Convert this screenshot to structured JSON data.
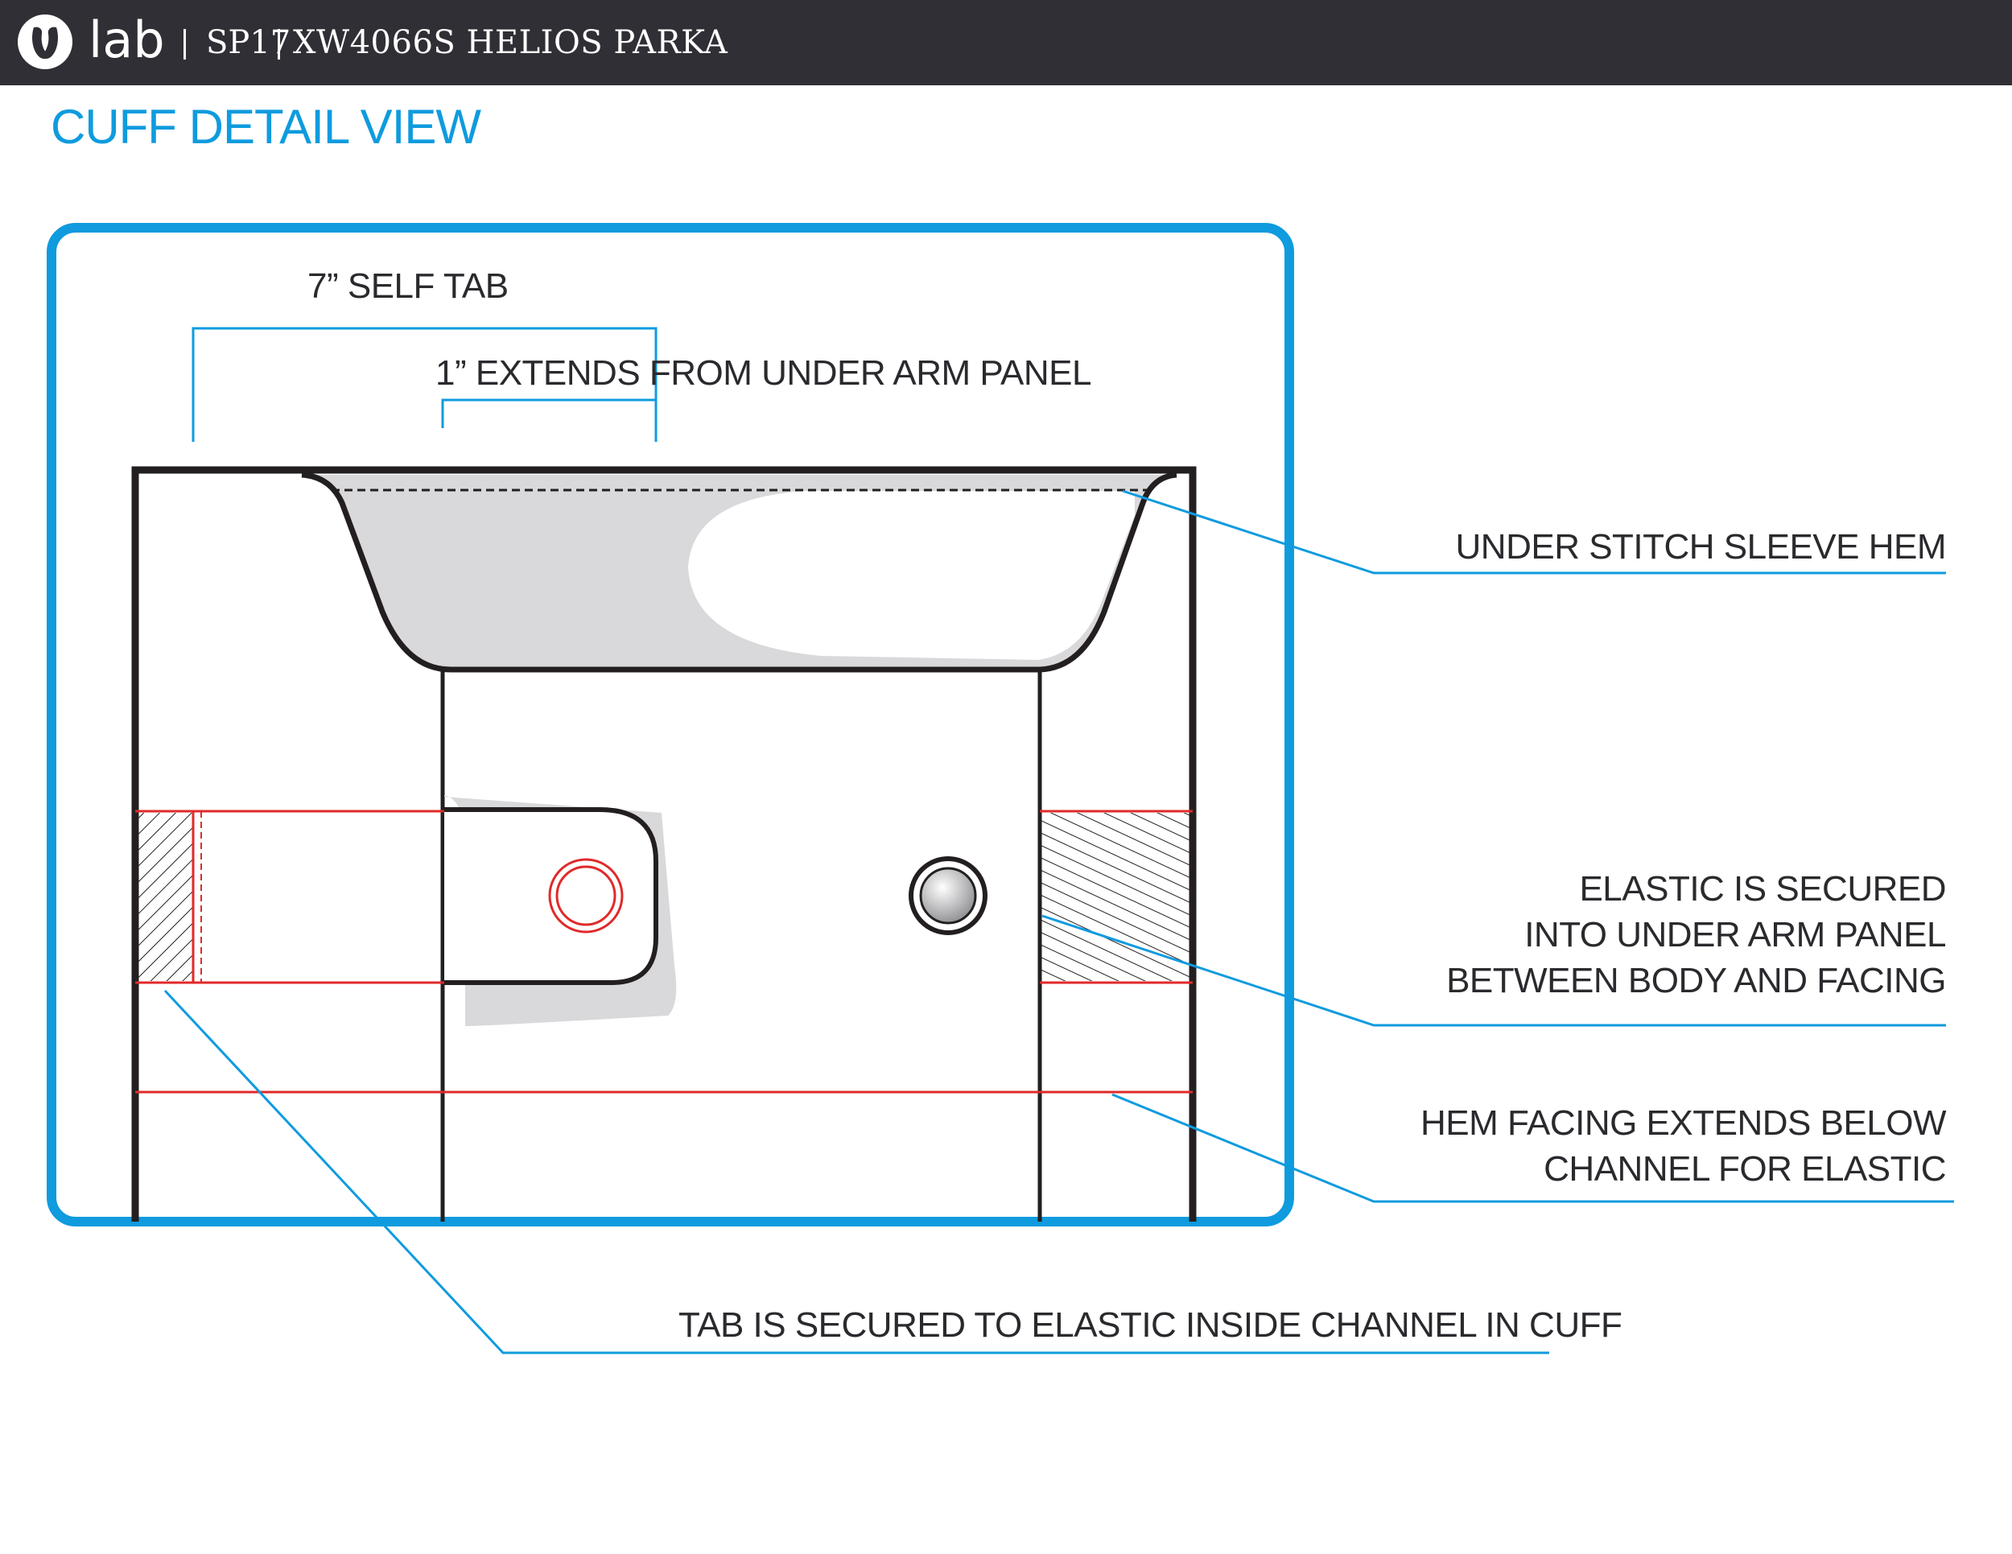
{
  "header": {
    "brand": "lab",
    "season": "SP17",
    "product": "XW4066S HELIOS PARKA",
    "background_color": "#302f35"
  },
  "page_title": "CUFF DETAIL VIEW",
  "colors": {
    "accent_blue": "#0f9bde",
    "stitch_red": "#e02a2a",
    "outline": "#231f20",
    "fill_grey": "#d9d8da"
  },
  "labels": {
    "self_tab": "7” SELF TAB",
    "extends": "1” EXTENDS FROM UNDER ARM PANEL",
    "under_stitch": "UNDER STITCH SLEEVE HEM",
    "elastic_secured": [
      "ELASTIC IS SECURED",
      "INTO UNDER  ARM PANEL",
      "BETWEEN BODY AND FACING"
    ],
    "hem_facing": [
      "HEM FACING EXTENDS BELOW",
      "CHANNEL FOR ELASTIC"
    ],
    "tab_secured": "TAB IS SECURED TO ELASTIC INSIDE CHANNEL IN CUFF"
  }
}
